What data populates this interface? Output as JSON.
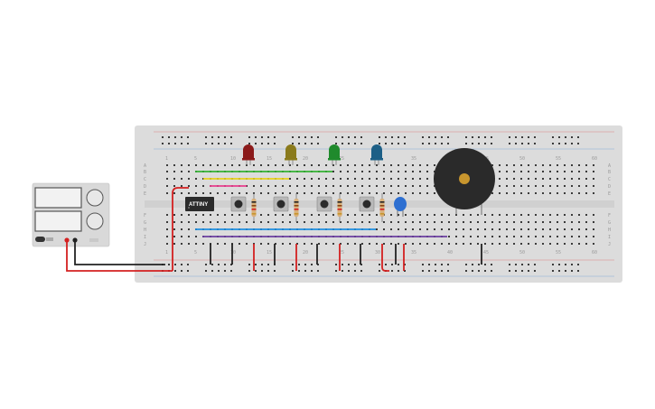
{
  "colors": {
    "canvas": "#ffffff",
    "breadboard": "#dcdcdc",
    "hole": "#3a3a3a",
    "rail_red": "#d33",
    "rail_blue": "#2a7fd4",
    "wire_red": "#d42020",
    "wire_black": "#222222",
    "wire_green": "#34b233",
    "wire_yellow": "#e8d21c",
    "wire_pink": "#e83e8c",
    "wire_blue": "#1e8fe0",
    "wire_purple": "#6b3fa0",
    "led_red": "#8b1a1a",
    "led_yellow": "#8a7a1c",
    "led_green": "#1f8a2c",
    "led_blue": "#1d5f86",
    "buzzer": "#2a2a2a",
    "buzzer_center": "#c8962e",
    "capacitor": "#2d6fd1",
    "chip": "#2b2b2b",
    "button": "#b9b9b9"
  },
  "breadboard": {
    "column_labels": [
      "1",
      "5",
      "10",
      "15",
      "20",
      "25",
      "30",
      "35",
      "40",
      "45",
      "50",
      "55",
      "60"
    ],
    "row_labels_top": [
      "A",
      "B",
      "C",
      "D",
      "E"
    ],
    "row_labels_bottom": [
      "F",
      "G",
      "H",
      "I",
      "J"
    ]
  },
  "chip": {
    "label": "ATTINY"
  },
  "leds": [
    {
      "name": "red-led",
      "color_key": "led_red"
    },
    {
      "name": "yellow-led",
      "color_key": "led_yellow"
    },
    {
      "name": "green-led",
      "color_key": "led_green"
    },
    {
      "name": "blue-led",
      "color_key": "led_blue"
    }
  ],
  "icons": {
    "power_supply": "dc-power-supply-icon",
    "buzzer": "piezo-buzzer-icon",
    "chip": "microcontroller-icon",
    "button": "push-button-icon",
    "resistor": "resistor-icon",
    "capacitor": "capacitor-icon",
    "led": "led-icon"
  }
}
